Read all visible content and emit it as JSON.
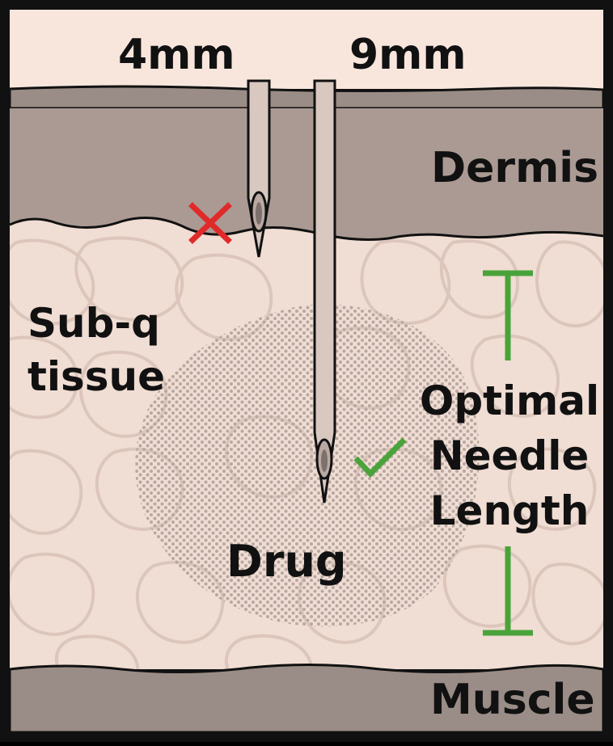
{
  "needles": [
    {
      "label": "4mm",
      "status": "too-short"
    },
    {
      "label": "9mm",
      "status": "optimal"
    }
  ],
  "layers": {
    "dermis": "Dermis",
    "subq_line1": "Sub-q",
    "subq_line2": "tissue",
    "muscle": "Muscle"
  },
  "drug_label": "Drug",
  "optimal": {
    "line1": "Optimal",
    "line2": "Needle",
    "line3": "Length"
  },
  "icons": {
    "reject": "x-mark-icon",
    "accept": "check-mark-icon"
  },
  "colors": {
    "frame": "#111111",
    "surface": "#f8e6dd",
    "epidermis": "#9a8c86",
    "dermis": "#aa9a93",
    "subq": "#f0ddd3",
    "fat_cell_outline": "#dcc6bb",
    "drug_dots": "#b8a8a1",
    "muscle": "#9a8c86",
    "needle": "#d8c8c0",
    "reject": "#e02a2a",
    "accept": "#4aa33a"
  }
}
